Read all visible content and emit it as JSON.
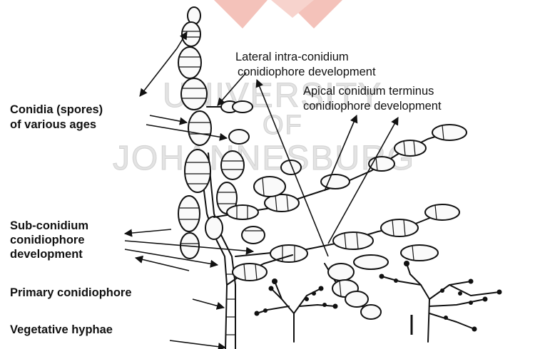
{
  "watermark": {
    "line1": "UNIVERSITY",
    "line2": "OF",
    "line3": "JOHANNESBURG"
  },
  "labels": {
    "lateral_line1": "Lateral intra-conidium",
    "lateral_line2": "conidiophore development",
    "apical_line1": "Apical conidium terminus",
    "apical_line2": "conidiophore development",
    "conidia_line1": "Conidia (spores)",
    "conidia_line2": "of various ages",
    "sub_line1": "Sub-conidium",
    "sub_line2": "conidiophore",
    "sub_line3": "development",
    "primary": "Primary conidiophore",
    "vegetative": "Vegetative hyphae"
  },
  "colors": {
    "ink": "#111111",
    "watermark": "#e3e3e3",
    "logo": "#f2b8b0"
  }
}
